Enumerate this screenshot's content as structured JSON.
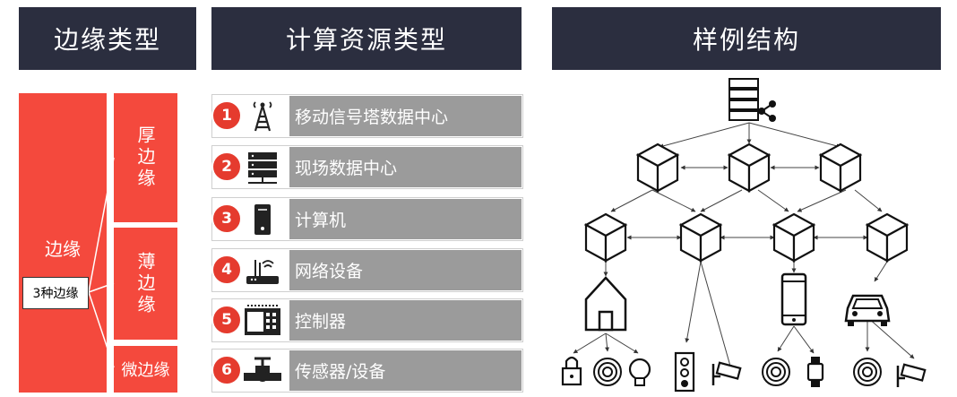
{
  "headers": {
    "edge_types": "边缘类型",
    "compute_types": "计算资源类型",
    "sample_structure": "样例结构"
  },
  "edge_panel": {
    "main_label": "边缘",
    "center_box": "3种边缘",
    "thick_edge": "厚边缘",
    "thin_edge": "薄边缘",
    "micro_edge": "微边缘"
  },
  "resources": [
    {
      "num": "1",
      "label": "移动信号塔数据中心",
      "icon": "cell-tower-icon"
    },
    {
      "num": "2",
      "label": "现场数据中心",
      "icon": "server-rack-icon"
    },
    {
      "num": "3",
      "label": "计算机",
      "icon": "computer-tower-icon"
    },
    {
      "num": "4",
      "label": "网络设备",
      "icon": "router-icon"
    },
    {
      "num": "5",
      "label": "控制器",
      "icon": "controller-icon"
    },
    {
      "num": "6",
      "label": "传感器/设备",
      "icon": "valve-sensor-icon"
    }
  ],
  "colors": {
    "header_bg": "#2b2e3f",
    "accent_red": "#f4493d",
    "number_red": "#e53b2e",
    "label_gray": "#9b9b9b"
  }
}
